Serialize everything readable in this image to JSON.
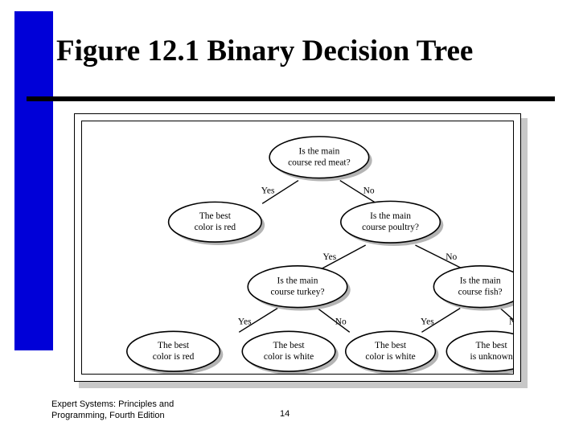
{
  "slide": {
    "title": "Figure 12.1 Binary Decision Tree",
    "accent_color": "#0000d8",
    "footer_line1": "Expert Systems: Principles and",
    "footer_line2": "Programming, Fourth Edition",
    "page_number": "14"
  },
  "diagram": {
    "type": "binary-decision-tree",
    "nodes": [
      {
        "id": "root",
        "line1": "Is the main",
        "line2": "course red meat?"
      },
      {
        "id": "red-meat-yes",
        "line1": "The best",
        "line2": "color is red"
      },
      {
        "id": "poultry",
        "line1": "Is the main",
        "line2": "course poultry?"
      },
      {
        "id": "turkey",
        "line1": "Is the main",
        "line2": "course turkey?"
      },
      {
        "id": "fish",
        "line1": "Is the main",
        "line2": "course fish?"
      },
      {
        "id": "turkey-yes",
        "line1": "The best",
        "line2": "color is red"
      },
      {
        "id": "turkey-no",
        "line1": "The best",
        "line2": "color is white"
      },
      {
        "id": "fish-yes",
        "line1": "The best",
        "line2": "color is white"
      },
      {
        "id": "fish-no",
        "line1": "The best",
        "line2": "is unknown"
      }
    ],
    "edges": [
      {
        "from": "root",
        "to": "red-meat-yes",
        "label": "Yes"
      },
      {
        "from": "root",
        "to": "poultry",
        "label": "No"
      },
      {
        "from": "poultry",
        "to": "turkey",
        "label": "Yes"
      },
      {
        "from": "poultry",
        "to": "fish",
        "label": "No"
      },
      {
        "from": "turkey",
        "to": "turkey-yes",
        "label": "Yes"
      },
      {
        "from": "turkey",
        "to": "turkey-no",
        "label": "No"
      },
      {
        "from": "fish",
        "to": "fish-yes",
        "label": "Yes"
      },
      {
        "from": "fish",
        "to": "fish-no",
        "label": "No"
      }
    ]
  }
}
